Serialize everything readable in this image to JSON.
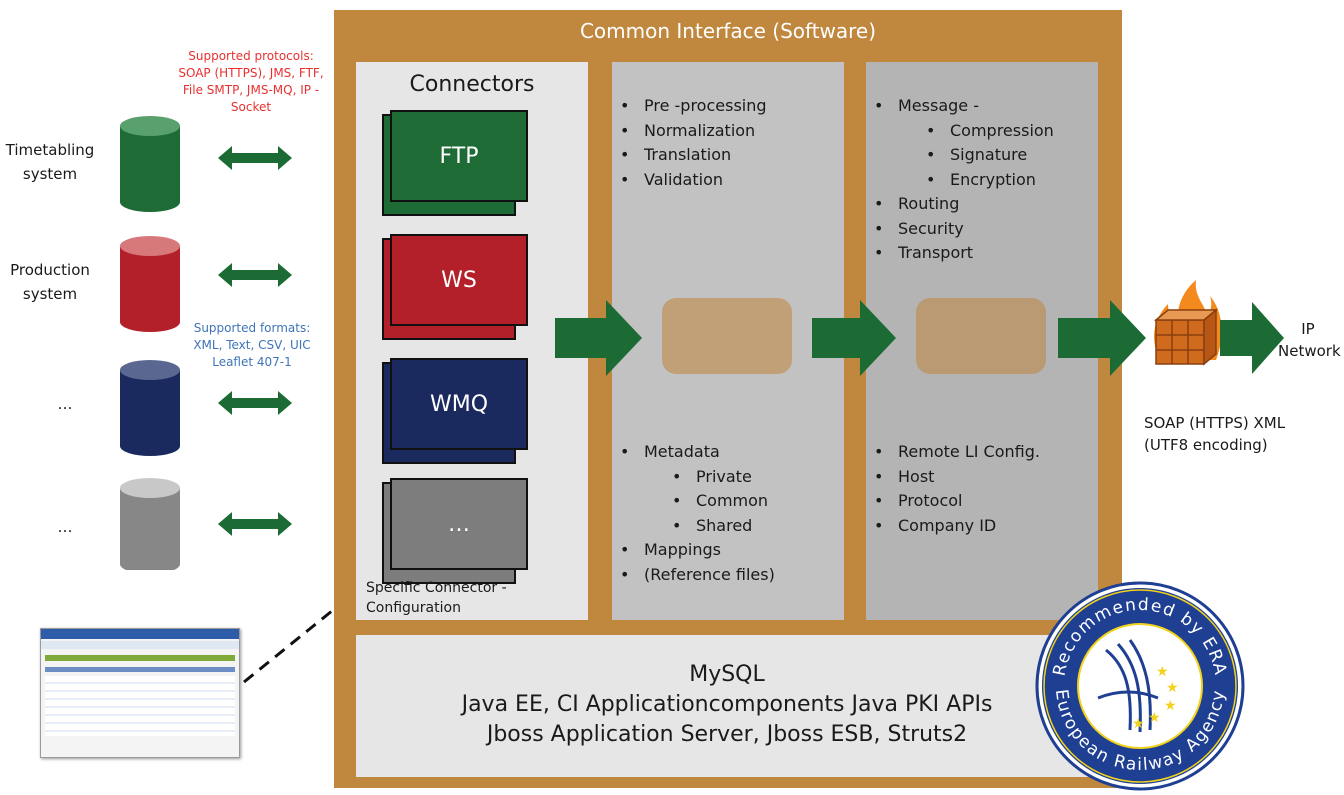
{
  "title": "Common Interface (Software)",
  "systems": [
    {
      "label": "Timetabling system",
      "color": "#1e6b35",
      "top_color": "#58a06c"
    },
    {
      "label": "Production system",
      "color": "#b3202a",
      "top_color": "#d7787b"
    },
    {
      "label": "…",
      "color": "#1b2a5e",
      "top_color": "#5a6790"
    },
    {
      "label": "…",
      "color": "#878787",
      "top_color": "#c8c8c8"
    }
  ],
  "protocols_note": "Supported protocols: SOAP (HTTPS), JMS, FTF, File SMTP, JMS-MQ, IP -Socket",
  "formats_note": "Supported formats: XML, Text, CSV, UIC Leaflet 407-1",
  "connectors": {
    "heading": "Connectors",
    "cards": [
      {
        "label": "FTP",
        "color": "#1e6b35"
      },
      {
        "label": "WS",
        "color": "#b3202a"
      },
      {
        "label": "WMQ",
        "color": "#1b2a5e"
      },
      {
        "label": "…",
        "color": "#7d7d7d"
      }
    ],
    "config_label": "Specific Connector - Configuration"
  },
  "processing": {
    "top_items": [
      "Pre -processing",
      "Normalization",
      "Translation",
      "Validation"
    ],
    "bottom_items": [
      {
        "text": "Metadata",
        "level": 1
      },
      {
        "text": "Private",
        "level": 2
      },
      {
        "text": "Common",
        "level": 2
      },
      {
        "text": "Shared",
        "level": 2
      },
      {
        "text": "Mappings",
        "level": 1
      },
      {
        "text": "(Reference files)",
        "level": 1
      }
    ]
  },
  "transport": {
    "top_items": [
      {
        "text": "Message -",
        "level": 1
      },
      {
        "text": "Compression",
        "level": 2
      },
      {
        "text": "Signature",
        "level": 2
      },
      {
        "text": "Encryption",
        "level": 2
      },
      {
        "text": "Routing",
        "level": 1
      },
      {
        "text": "Security",
        "level": 1
      },
      {
        "text": "Transport",
        "level": 1
      }
    ],
    "bottom_items": [
      "Remote LI Config.",
      "Host",
      "Protocol",
      "Company ID"
    ]
  },
  "base": {
    "line1": "MySQL",
    "line2": "Java EE, CI Applicationcomponents Java PKI APIs",
    "line3": "Jboss Application Server, Jboss ESB, Struts2"
  },
  "network": {
    "label": "IP Network",
    "soap_line1": "SOAP (HTTPS) XML",
    "soap_line2": "(UTF8 encoding)"
  },
  "seal": {
    "top_text": "Recommended by ERA",
    "bottom_text": "European Railway Agency"
  },
  "colors": {
    "frame": "#c0873e",
    "arrow": "#1d6b34",
    "seal_blue": "#1f3f93",
    "seal_gold": "#f2d21b"
  }
}
